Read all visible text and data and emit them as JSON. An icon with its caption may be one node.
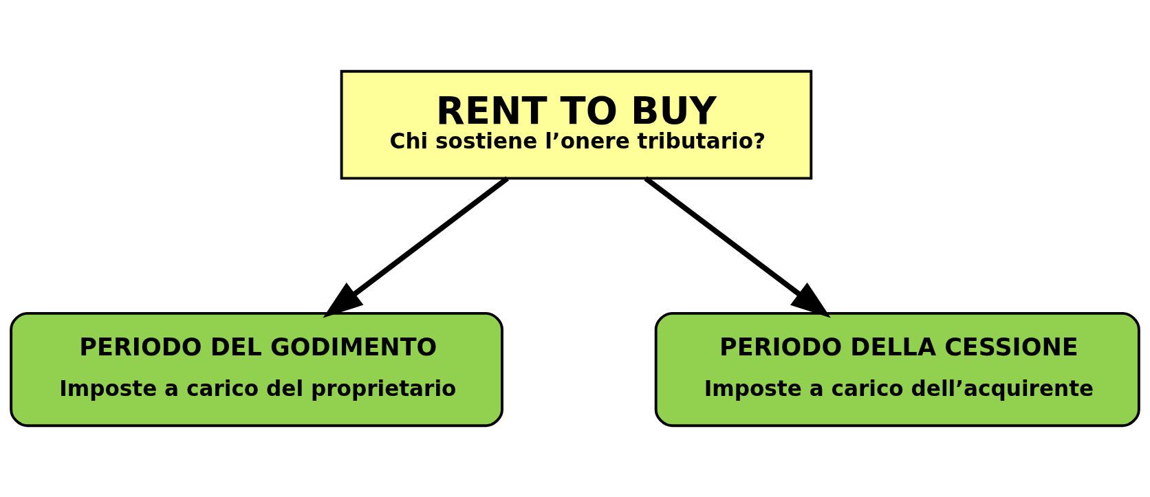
{
  "diagram": {
    "nodes": [
      {
        "text": [
          "RENT TO BUY",
          "Chi sostiene l’onere tributario?"
        ]
      },
      {
        "text": [
          "PERIODO DEL GODIMENTO",
          "Imposte a carico del proprietario"
        ]
      },
      {
        "text": [
          "PERIODO DELLA CESSIONE",
          "Imposte a carico dell’acquirente"
        ]
      }
    ],
    "edges": [
      {
        "from": 0,
        "to": 1,
        "arrow": "to"
      },
      {
        "from": 0,
        "to": 2,
        "arrow": "to"
      }
    ]
  }
}
